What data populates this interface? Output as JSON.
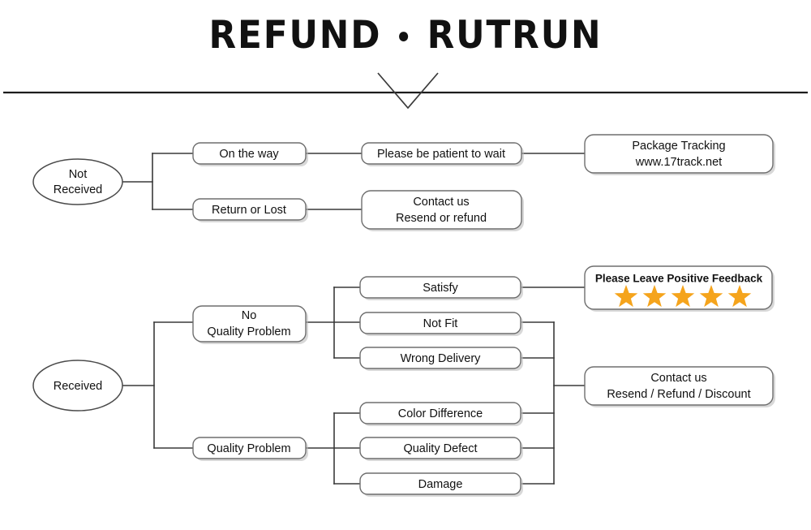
{
  "header": {
    "title_left": "REFUND",
    "title_separator": "•",
    "title_right": "RUTRUN"
  },
  "chart_data": {
    "type": "diagram",
    "title": "REFUND • RUTRUN",
    "branches": [
      {
        "root": "Not\nReceived",
        "root_line1": "Not",
        "root_line2": "Received",
        "children": [
          {
            "label": "On the way",
            "next": {
              "label": "Please be patient to wait",
              "next": {
                "line1": "Package Tracking",
                "line2": "www.17track.net"
              }
            }
          },
          {
            "label": "Return or Lost",
            "next": {
              "line1": "Contact us",
              "line2": "Resend or refund"
            }
          }
        ]
      },
      {
        "root": "Received",
        "children": [
          {
            "label_line1": "No",
            "label_line2": "Quality Problem",
            "leaves": [
              "Satisfy",
              "Not Fit",
              "Wrong Delivery"
            ]
          },
          {
            "label_line1": "Quality Problem",
            "leaves": [
              "Color Difference",
              "Quality Defect",
              "Damage"
            ]
          }
        ]
      }
    ]
  },
  "nodes": {
    "not_received_l1": "Not",
    "not_received_l2": "Received",
    "on_the_way": "On the way",
    "return_or_lost": "Return or Lost",
    "be_patient": "Please be patient to wait",
    "package_tracking_l1": "Package Tracking",
    "package_tracking_l2": "www.17track.net",
    "contact_us_1_l1": "Contact us",
    "contact_us_1_l2": "Resend or refund",
    "received": "Received",
    "no_quality_problem_l1": "No",
    "no_quality_problem_l2": "Quality Problem",
    "quality_problem": "Quality Problem",
    "satisfy": "Satisfy",
    "not_fit": "Not Fit",
    "wrong_delivery": "Wrong Delivery",
    "color_difference": "Color Difference",
    "quality_defect": "Quality Defect",
    "damage": "Damage",
    "feedback_label": "Please Leave Positive Feedback",
    "contact_us_2_l1": "Contact us",
    "contact_us_2_l2": "Resend / Refund / Discount"
  },
  "feedback": {
    "stars": 5,
    "star_glyph": "★",
    "star_color": "#F5A41C"
  },
  "colors": {
    "text": "#111111",
    "box_border": "#6e6e6e",
    "connector": "#3a3a3a",
    "divider": "#1c1c1c",
    "background": "#ffffff",
    "star": "#F5A41C"
  }
}
